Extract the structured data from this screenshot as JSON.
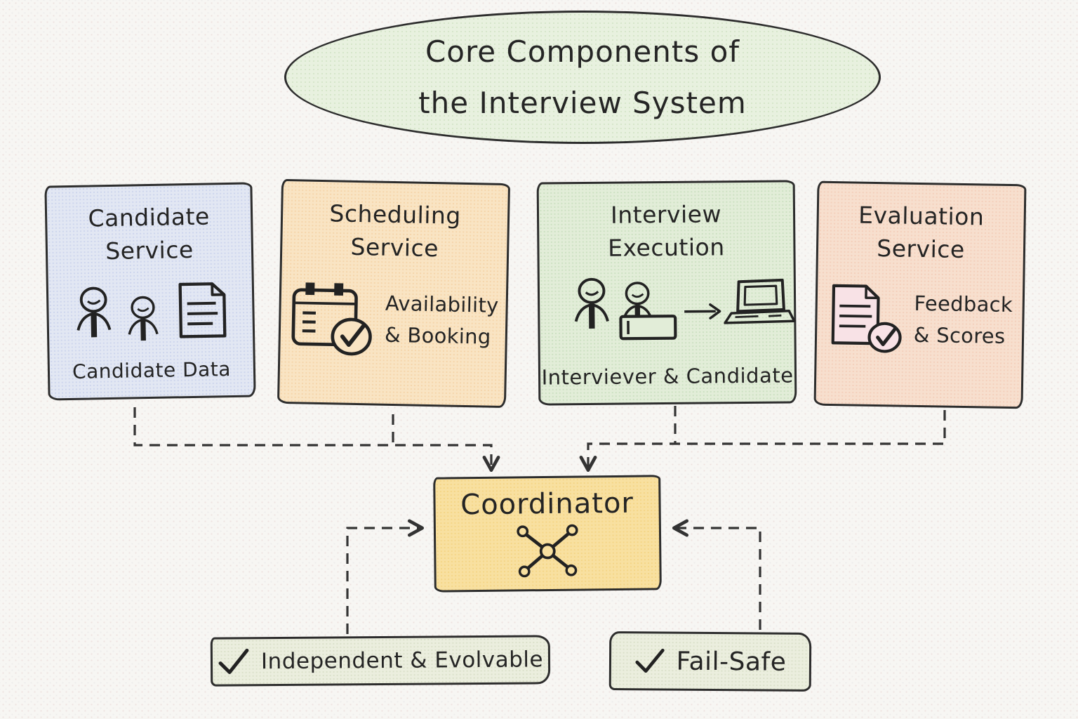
{
  "diagram_title": {
    "line1": "Core Components of",
    "line2": "the Interview System"
  },
  "services": [
    {
      "name": "Candidate Service",
      "title_line1": "Candidate",
      "title_line2": "Service",
      "caption": "Candidate Data",
      "icons": [
        "person-icon",
        "person-icon",
        "document-icon"
      ],
      "fill": "#e2e7f3"
    },
    {
      "name": "Scheduling Service",
      "title_line1": "Scheduling",
      "title_line2": "Service",
      "detail_line1": "Availability",
      "detail_line2": "& Booking",
      "icons": [
        "calendar-check-icon"
      ],
      "fill": "#f9e4c3"
    },
    {
      "name": "Interview Execution",
      "title_line1": "Interview",
      "title_line2": "Execution",
      "caption": "Interviever & Candidate",
      "icons": [
        "person-icon",
        "person-icon",
        "device-icon",
        "arrow-right-icon",
        "laptop-icon"
      ],
      "fill": "#e2edd8"
    },
    {
      "name": "Evaluation Service",
      "title_line1": "Evaluation",
      "title_line2": "Service",
      "detail_line1": "Feedback",
      "detail_line2": "& Scores",
      "icons": [
        "document-check-icon"
      ],
      "fill": "#f7dfce"
    }
  ],
  "coordinator": {
    "label": "Coordinator",
    "icon": "hub-icon",
    "fill": "#f8e0a0"
  },
  "badges": [
    {
      "label": "Independent & Evolvable",
      "icon": "check-icon"
    },
    {
      "label": "Fail-Safe",
      "icon": "check-icon"
    }
  ],
  "colors": {
    "background": "#f7f6f3",
    "outline": "#2d2d2d",
    "connector": "#333333",
    "title_ellipse_fill": "#e8f1df",
    "badge_fill": "#ebeede"
  }
}
